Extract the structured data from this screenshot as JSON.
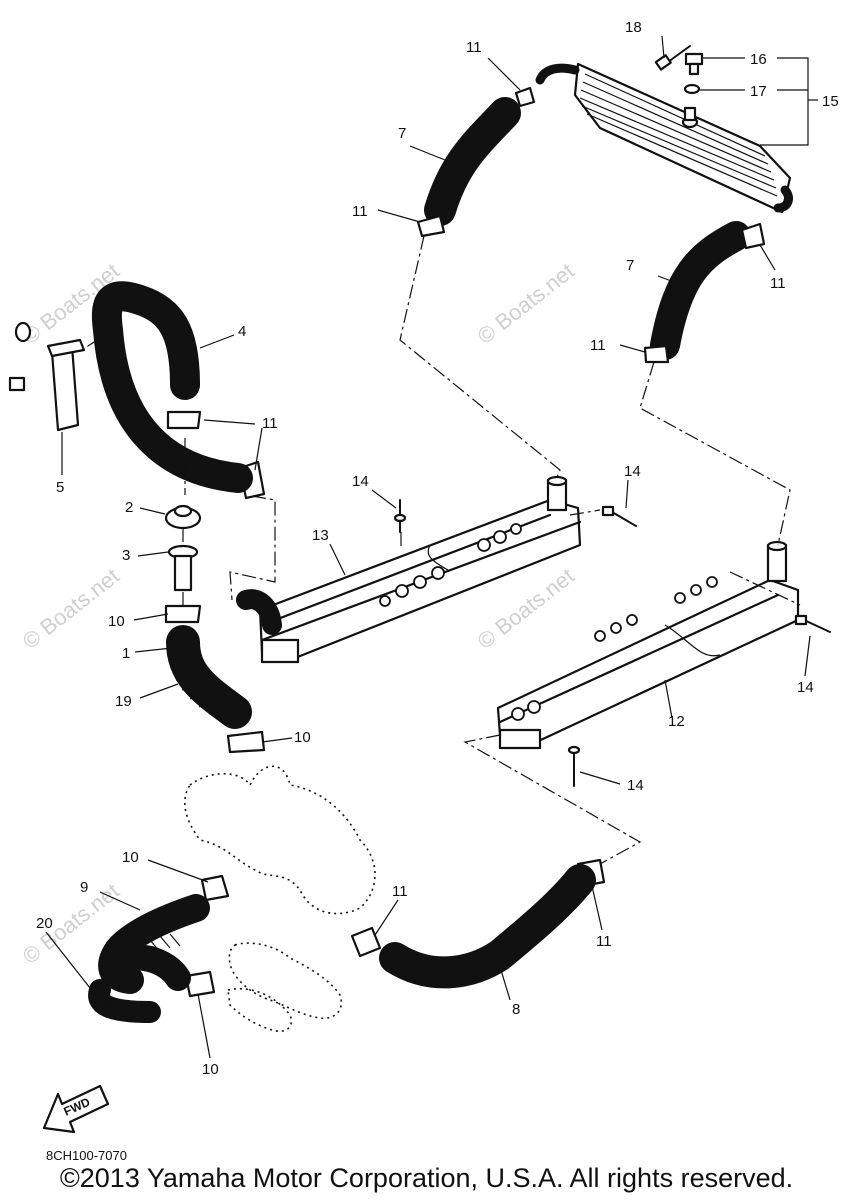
{
  "watermark": "© Boats.net",
  "callouts": {
    "n1": "1",
    "n2": "2",
    "n3": "3",
    "n4": "4",
    "n5": "5",
    "n7": "7",
    "n8": "8",
    "n9": "9",
    "n10": "10",
    "n11": "11",
    "n12": "12",
    "n13": "13",
    "n14": "14",
    "n15": "15",
    "n16": "16",
    "n17": "17",
    "n18": "18",
    "n19": "19",
    "n20": "20"
  },
  "fwd_label": "FWD",
  "diagram_code": "8CH100-7070",
  "copyright": "©2013 Yamaha Motor Corporation, U.S.A. All rights reserved."
}
